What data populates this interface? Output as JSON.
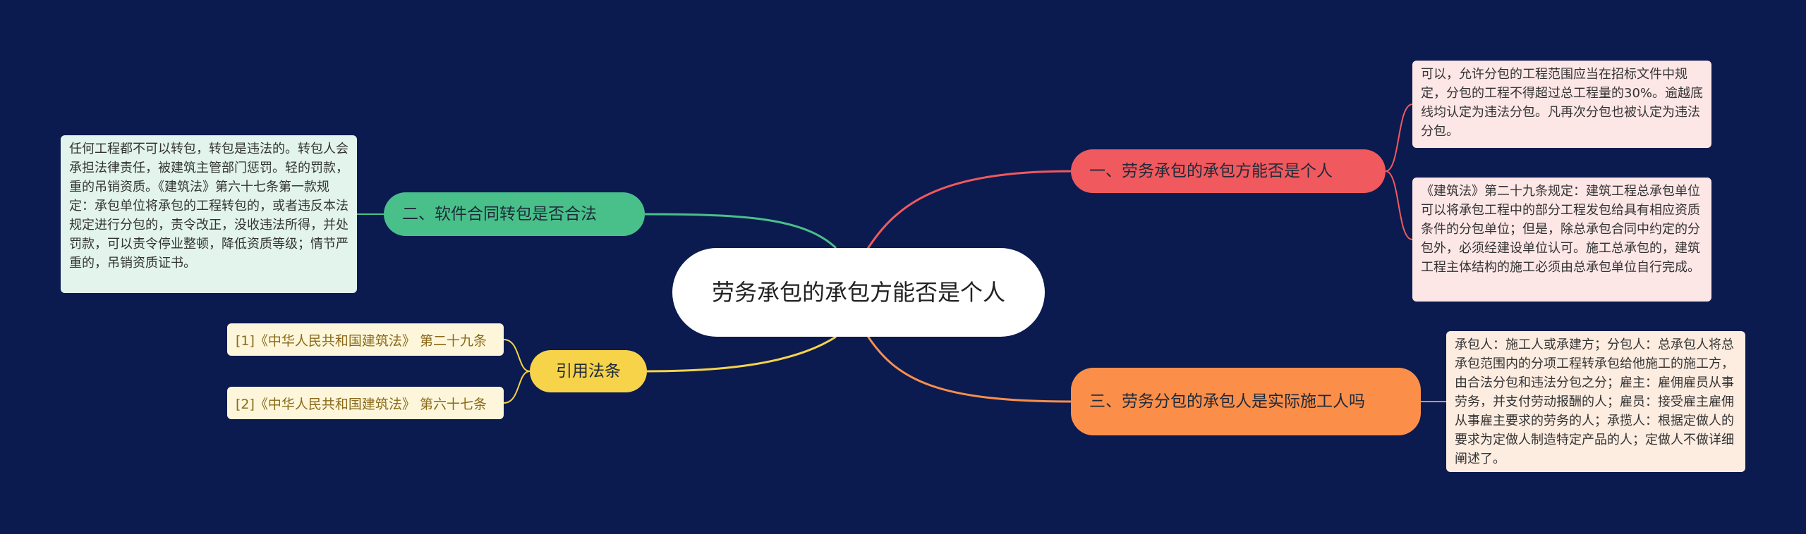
{
  "center": {
    "title": "劳务承包的承包方能否是个人"
  },
  "branches": {
    "b1": {
      "label": "一、劳务承包的承包方能否是个人",
      "color": "#f0595d"
    },
    "b2": {
      "label": "二、软件合同转包是否合法",
      "color": "#49c08a"
    },
    "b3": {
      "label": "引用法条",
      "color": "#f7d34a"
    },
    "b4": {
      "label": "三、劳务分包的承包人是实际施工人吗",
      "color": "#fb8f4a"
    }
  },
  "leaves": {
    "l1a": "可以，允许分包的工程范围应当在招标文件中规定，分包的工程不得超过总工程量的30%。逾越底线均认定为违法分包。凡再次分包也被认定为违法分包。",
    "l1b": "《建筑法》第二十九条规定：建筑工程总承包单位可以将承包工程中的部分工程发包给具有相应资质条件的分包单位；但是，除总承包合同中约定的分包外，必须经建设单位认可。施工总承包的，建筑工程主体结构的施工必须由总承包单位自行完成。",
    "l2a": "任何工程都不可以转包，转包是违法的。转包人会承担法律责任，被建筑主管部门惩罚。轻的罚款，重的吊销资质。《建筑法》第六十七条第一款规定：承包单位将承包的工程转包的，或者违反本法规定进行分包的，责令改正，没收违法所得，并处罚款，可以责令停业整顿，降低资质等级；情节严重的，吊销资质证书。",
    "l4a": "承包人：施工人或承建方；分包人：总承包人将总承包范围内的分项工程转承包给他施工的施工方，由合法分包和违法分包之分；雇主：雇佣雇员从事劳务，并支付劳动报酬的人；雇员：接受雇主雇佣从事雇主要求的劳务的人；承揽人：根据定做人的要求为定做人制造特定产品的人；定做人不做详细阐述了。"
  },
  "refs": {
    "r1": "[1]《中华人民共和国建筑法》 第二十九条",
    "r2": "[2]《中华人民共和国建筑法》 第六十七条"
  },
  "colors": {
    "background": "#0b1b4f",
    "link_red": "#f0595d",
    "link_green": "#49c08a",
    "link_yellow": "#f7d34a",
    "link_orange": "#fb8f4a"
  }
}
